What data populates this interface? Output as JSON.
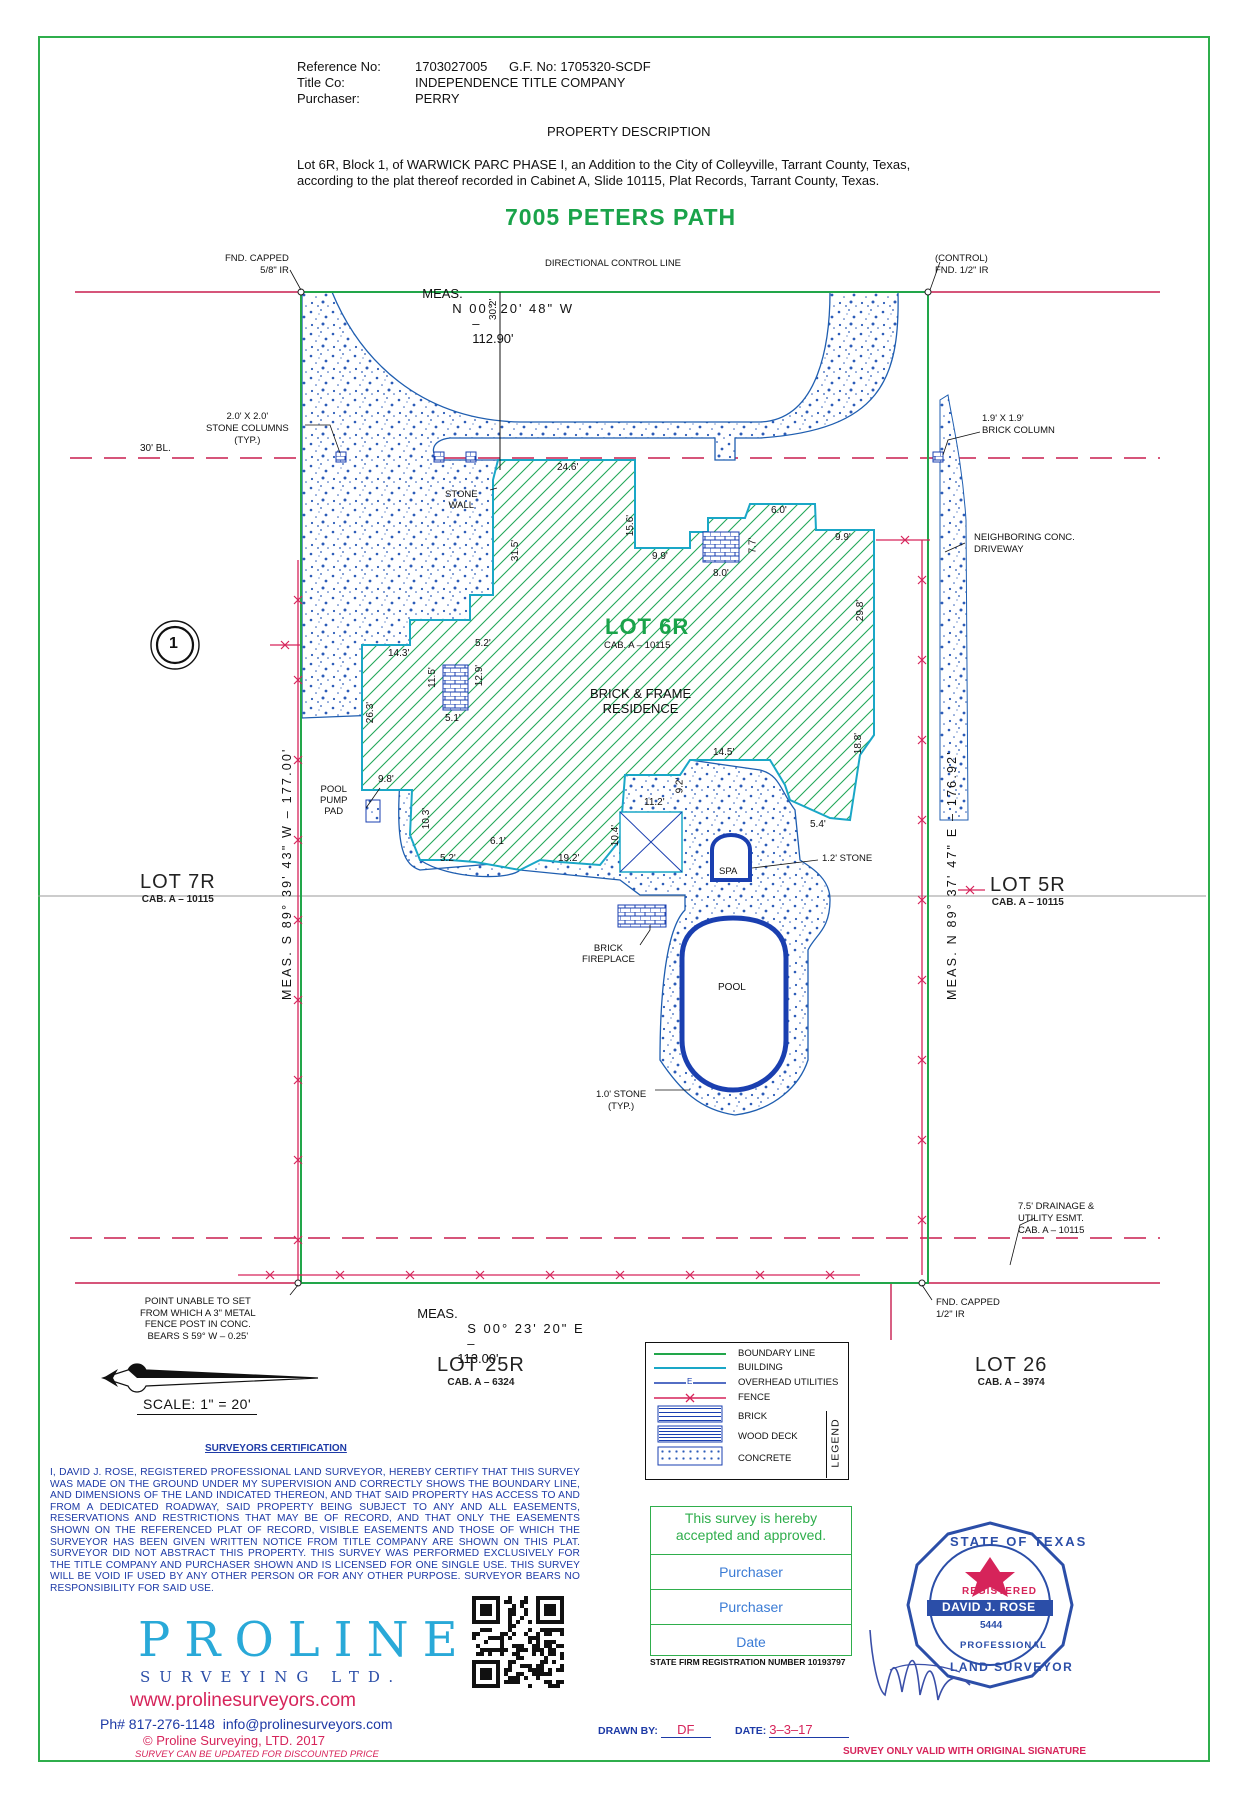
{
  "header": {
    "reference_label": "Reference No:",
    "reference_value": "1703027005",
    "gf_label": "G.F. No:",
    "gf_value": "1705320-SCDF",
    "title_co_label": "Title Co:",
    "title_co_value": "INDEPENDENCE TITLE COMPANY",
    "purchaser_label": "Purchaser:",
    "purchaser_value": "PERRY"
  },
  "property": {
    "heading": "PROPERTY DESCRIPTION",
    "line1": "Lot 6R, Block 1, of WARWICK PARC PHASE I, an Addition to the City of Colleyville, Tarrant County, Texas,",
    "line2": "according to the plat thereof recorded in Cabinet A, Slide 10115, Plat Records, Tarrant County, Texas.",
    "address": "7005 PETERS PATH"
  },
  "plat": {
    "north_line": {
      "meas": "MEAS.",
      "bearing": "N 00° 20' 48\" W",
      "dash": "–",
      "distance": "112.90'"
    },
    "south_line": {
      "meas": "MEAS.",
      "bearing": "S 00° 23' 20\" E",
      "dash": "–",
      "distance": "113.00'"
    },
    "west_line": "MEAS. S 89° 39' 43\" W – 177.00'",
    "east_line": "MEAS. N 89° 37' 47\" E – 176.92'",
    "directional_control": "DIRECTIONAL CONTROL LINE",
    "fnd_capped_nw": [
      "FND. CAPPED",
      "5/8\" IR"
    ],
    "control_ne": [
      "(CONTROL)",
      "FND. 1/2\" IR"
    ],
    "fnd_capped_se": [
      "FND. CAPPED",
      "1/2\" IR"
    ],
    "point_unable": [
      "POINT UNABLE TO SET",
      "FROM WHICH A 3\" METAL",
      "FENCE POST IN CONC.",
      "BEARS S 59° W – 0.25'"
    ],
    "bl_30": "30' BL.",
    "setback_dim": "30.2'",
    "stone_columns": [
      "2.0' X 2.0'",
      "STONE COLUMNS",
      "(TYP.)"
    ],
    "stone_wall": [
      "STONE",
      "WALL"
    ],
    "brick_column": [
      "1.9' X 1.9'",
      "BRICK COLUMN"
    ],
    "neighboring_drive": [
      "NEIGHBORING CONC.",
      "DRIVEWAY"
    ],
    "lot_label": "LOT 6R",
    "lot_cab": "CAB. A – 10115",
    "residence": [
      "BRICK & FRAME",
      "RESIDENCE"
    ],
    "pool_pump": [
      "POOL",
      "PUMP",
      "PAD"
    ],
    "brick_fireplace": [
      "BRICK",
      "FIREPLACE"
    ],
    "spa": "SPA",
    "stone_12": "1.2' STONE",
    "pool": "POOL",
    "stone_10": [
      "1.0' STONE",
      "(TYP.)"
    ],
    "drainage": [
      "7.5' DRAINAGE &",
      "UTILITY ESMT.",
      "CAB. A – 10115"
    ],
    "circle_num": "1",
    "dims": [
      "24.6'",
      "15.6'",
      "6.0'",
      "9.9'",
      "9.9'",
      "7.7'",
      "8.0'",
      "31.5'",
      "29.8'",
      "5.2'",
      "14.3'",
      "12.9'",
      "11.5'",
      "5.1'",
      "26.3'",
      "9.8'",
      "10.3'",
      "5.2'",
      "6.1'",
      "19.2'",
      "10.4'",
      "11.2'",
      "9.2'",
      "14.5'",
      "18.8'",
      "5.4'"
    ],
    "lots": [
      {
        "name": "LOT 7R",
        "cab": "CAB. A – 10115"
      },
      {
        "name": "LOT 5R",
        "cab": "CAB. A – 10115"
      },
      {
        "name": "LOT 25R",
        "cab": "CAB. A – 6324"
      },
      {
        "name": "LOT 26",
        "cab": "CAB. A – 3974"
      }
    ]
  },
  "scale": "SCALE: 1\" = 20'",
  "legend": {
    "title": "LEGEND",
    "items": [
      "BOUNDARY LINE",
      "BUILDING",
      "OVERHEAD UTILITIES",
      "FENCE",
      "BRICK",
      "WOOD DECK",
      "CONCRETE"
    ],
    "utility_mark": "E",
    "colors": {
      "boundary": "#22a64a",
      "building": "#1aa7c7",
      "utilities": "#1a3fb0",
      "fence": "#d6245a",
      "concrete": "#2c5cb8"
    }
  },
  "certification": {
    "heading": "SURVEYORS CERTIFICATION",
    "body": "I, DAVID J. ROSE, REGISTERED PROFESSIONAL LAND SURVEYOR, HEREBY CERTIFY THAT THIS SURVEY WAS MADE ON THE GROUND UNDER MY SUPERVISION AND CORRECTLY SHOWS THE BOUNDARY LINE, AND DIMENSIONS OF THE LAND INDICATED THEREON, AND THAT SAID PROPERTY HAS ACCESS TO AND FROM A DEDICATED ROADWAY, SAID PROPERTY BEING SUBJECT TO ANY AND ALL EASEMENTS, RESERVATIONS AND RESTRICTIONS THAT MAY BE OF RECORD, AND THAT ONLY THE EASEMENTS SHOWN ON THE REFERENCED PLAT OF RECORD, VISIBLE EASEMENTS AND THOSE OF WHICH THE SURVEYOR HAS BEEN GIVEN WRITTEN NOTICE FROM TITLE COMPANY ARE SHOWN ON THIS PLAT. SURVEYOR DID NOT ABSTRACT THIS PROPERTY. THIS SURVEY WAS PERFORMED EXCLUSIVELY FOR THE TITLE COMPANY AND PURCHASER SHOWN AND IS LICENSED FOR ONE SINGLE USE. THIS SURVEY WILL BE VOID IF USED BY ANY OTHER PERSON OR FOR ANY OTHER PURPOSE. SURVEYOR BEARS NO RESPONSIBILITY FOR SAID USE."
  },
  "company": {
    "name": "PROLINE",
    "sub": "SURVEYING LTD.",
    "website": "www.prolinesurveyors.com",
    "phone": "Ph# 817-276-1148",
    "email": "info@prolinesurveyors.com",
    "copyright": "© Proline Surveying, LTD. 2017",
    "note": "SURVEY CAN BE UPDATED FOR DISCOUNTED PRICE"
  },
  "acceptance": {
    "text": [
      "This survey is hereby",
      "accepted and approved."
    ],
    "rows": [
      "Purchaser",
      "Purchaser",
      "Date"
    ]
  },
  "state_firm": "STATE FIRM REGISTRATION NUMBER 10193797",
  "seal": {
    "top": "STATE OF TEXAS",
    "registered": "REGISTERED",
    "name": "DAVID J. ROSE",
    "number": "5444",
    "professional": "PROFESSIONAL",
    "bottom": "LAND SURVEYOR"
  },
  "footer": {
    "drawn_by_label": "DRAWN BY:",
    "drawn_by": "DF",
    "date_label": "DATE:",
    "date": "3–3–17",
    "valid_note": "SURVEY ONLY VALID WITH ORIGINAL SIGNATURE"
  }
}
